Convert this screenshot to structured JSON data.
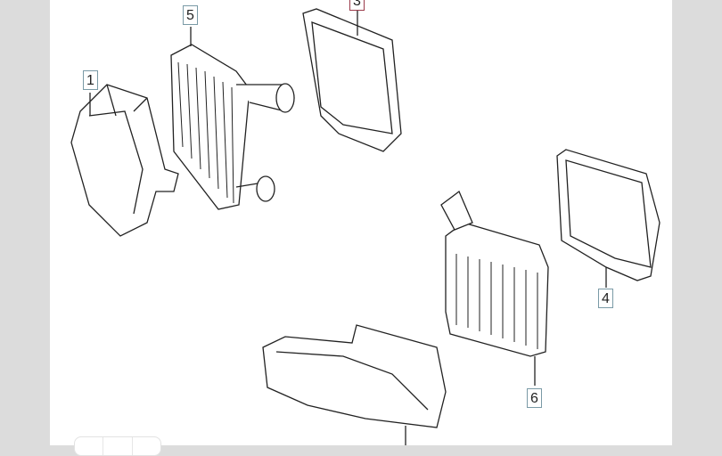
{
  "diagram": {
    "callouts": [
      {
        "id": "1",
        "part": "air-duct-left"
      },
      {
        "id": "5",
        "part": "intercooler-left"
      },
      {
        "id": "3",
        "part": "air-shroud-left",
        "selected": true
      },
      {
        "id": "4",
        "part": "air-shroud-right"
      },
      {
        "id": "6",
        "part": "intercooler-right"
      }
    ],
    "colors": {
      "callout_border": "#7a9aa6",
      "selected_border": "#9a3a4a",
      "line": "#222222"
    }
  }
}
